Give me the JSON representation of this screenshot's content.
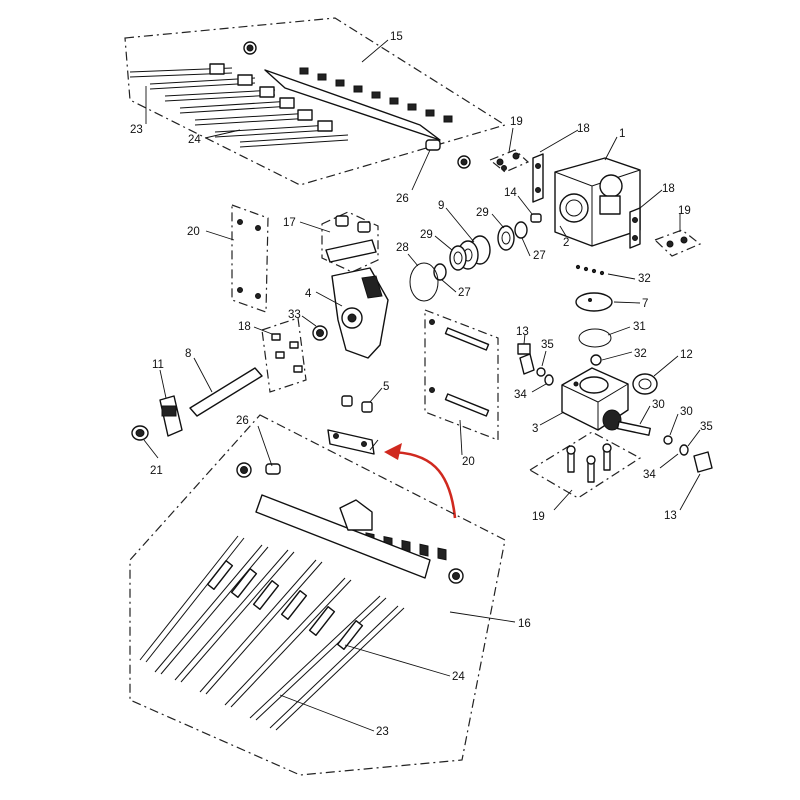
{
  "diagram": {
    "accent_color": "#d0291f",
    "line_color": "#111111",
    "callouts": {
      "c1": "1",
      "c2": "2",
      "c3": "3",
      "c4": "4",
      "c5": "5",
      "c7": "7",
      "c8": "8",
      "c9": "9",
      "c11": "11",
      "c12": "12",
      "c13a": "13",
      "c13b": "13",
      "c14": "14",
      "c15": "15",
      "c16": "16",
      "c17": "17",
      "c18a": "18",
      "c18b": "18",
      "c18c": "18",
      "c19a": "19",
      "c19b": "19",
      "c19c": "19",
      "c20a": "20",
      "c20b": "20",
      "c21": "21",
      "c23a": "23",
      "c23b": "23",
      "c24a": "24",
      "c24b": "24",
      "c26a": "26",
      "c26b": "26",
      "c27a": "27",
      "c27b": "27",
      "c28": "28",
      "c29a": "29",
      "c29b": "29",
      "c30a": "30",
      "c30b": "30",
      "c31": "31",
      "c32a": "32",
      "c32b": "32",
      "c33": "33",
      "c34a": "34",
      "c34b": "34",
      "c35a": "35",
      "c35b": "35"
    }
  }
}
